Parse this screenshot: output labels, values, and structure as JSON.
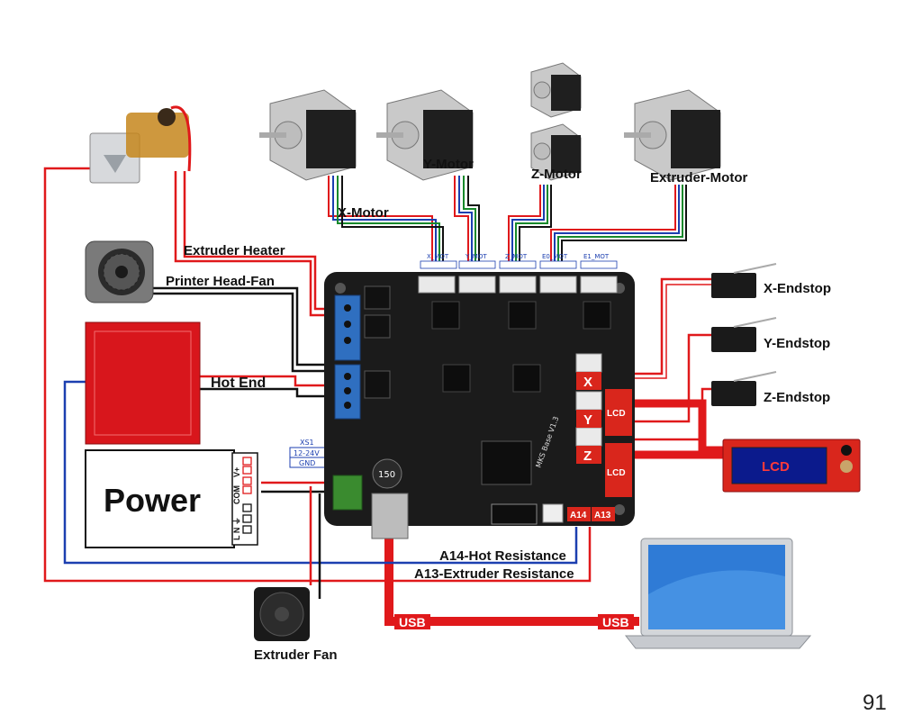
{
  "labels": {
    "x_motor": "X-Motor",
    "y_motor": "Y-Motor",
    "z_motor": "Z-Motor",
    "extruder_motor": "Extruder-Motor",
    "extruder_heater": "Extruder Heater",
    "printer_head_fan": "Printer Head-Fan",
    "hot_end": "Hot End",
    "power": "Power",
    "x_endstop": "X-Endstop",
    "y_endstop": "Y-Endstop",
    "z_endstop": "Z-Endstop",
    "a14_hot_resistance": "A14-Hot Resistance",
    "a13_extruder_resistance": "A13-Extruder Resistance",
    "usb_left": "USB",
    "usb_right": "USB",
    "extruder_fan": "Extruder Fan",
    "lcd_display": "LCD",
    "page_number": "91"
  },
  "board": {
    "x_mot": "X_MOT",
    "y_mot": "Y_MOT",
    "z_mot": "Z_MOT",
    "e0_mot": "E0_MOT",
    "e1_mot": "E1_MOT",
    "x_port": "X",
    "y_port": "Y",
    "z_port": "Z",
    "lcd_port_1": "LCD",
    "lcd_port_2": "LCD",
    "a14": "A14",
    "a13": "A13",
    "xs1": "XS1",
    "voltage": "12-24V",
    "gnd": "GND",
    "cap_150": "150",
    "model": "MKS Base V1.3"
  },
  "power_terminals": {
    "vplus": "V+",
    "com": "COM",
    "lne": "L N ⏚"
  },
  "colors": {
    "wire_red": "#e0191b",
    "wire_black": "#111111",
    "wire_blue": "#1c3fb0",
    "board": "#1b1b1b",
    "terminal_blue": "#2f6fc0",
    "heatbed": "#d8161c",
    "lcd_red": "#d9261c",
    "lcd_screen": "#0b1a8c"
  }
}
